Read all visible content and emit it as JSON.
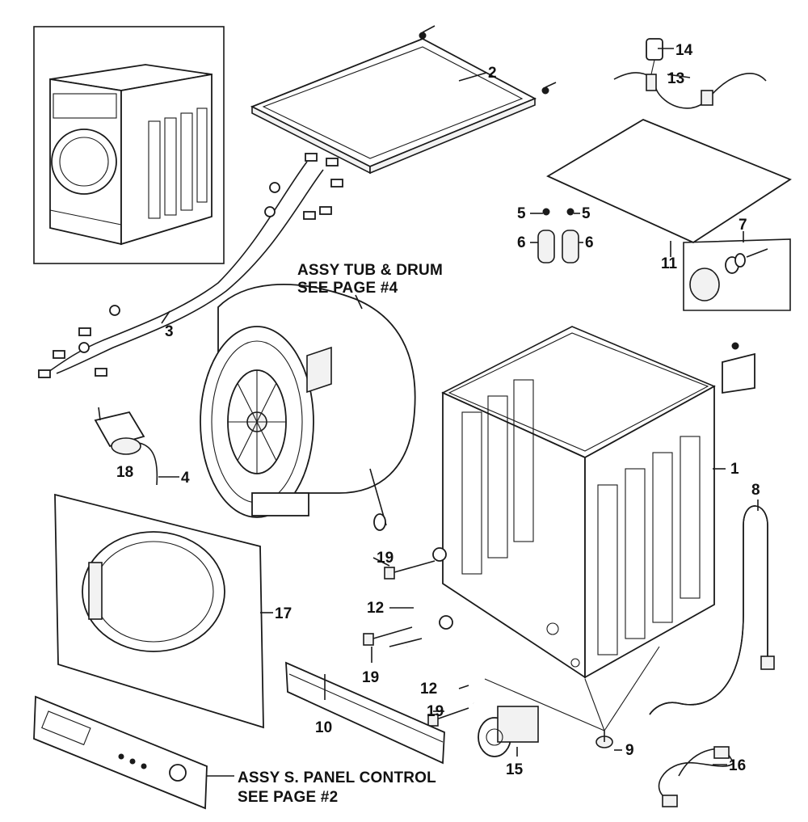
{
  "notes": {
    "tub_line1": "ASSY TUB & DRUM",
    "tub_line2": "SEE PAGE #4",
    "panel_line1": "ASSY S. PANEL CONTROL",
    "panel_line2": "SEE PAGE #2"
  },
  "labels": {
    "p1": "1",
    "p2": "2",
    "p3": "3",
    "p4": "4",
    "p5a": "5",
    "p5b": "5",
    "p6a": "6",
    "p6b": "6",
    "p7": "7",
    "p8": "8",
    "p9": "9",
    "p10": "10",
    "p11": "11",
    "p12a": "12",
    "p12b": "12",
    "p13": "13",
    "p14": "14",
    "p15": "15",
    "p16": "16",
    "p17": "17",
    "p18": "18",
    "p19a": "19",
    "p19b": "19",
    "p19c": "19"
  }
}
